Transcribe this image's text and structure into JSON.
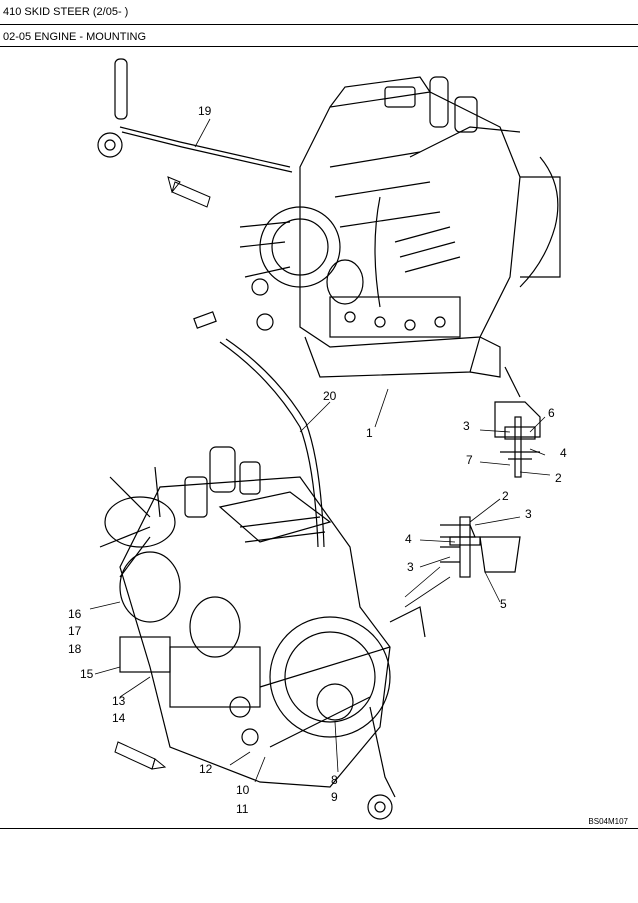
{
  "header": {
    "model": "410 SKID STEER (2/05- )",
    "section": "02-05 ENGINE - MOUNTING"
  },
  "figure": {
    "id": "BS04M107",
    "callouts": {
      "c19": "19",
      "c20": "20",
      "c1": "1",
      "c6": "6",
      "c3a": "3",
      "c4a": "4",
      "c7": "7",
      "c2a": "2",
      "c2b": "2",
      "c3b": "3",
      "c4b": "4",
      "c3c": "3",
      "c5": "5",
      "c16": "16",
      "c17": "17",
      "c18": "18",
      "c15": "15",
      "c13": "13",
      "c14": "14",
      "c12": "12",
      "c10": "10",
      "c11": "11",
      "c8": "8",
      "c9": "9"
    }
  }
}
